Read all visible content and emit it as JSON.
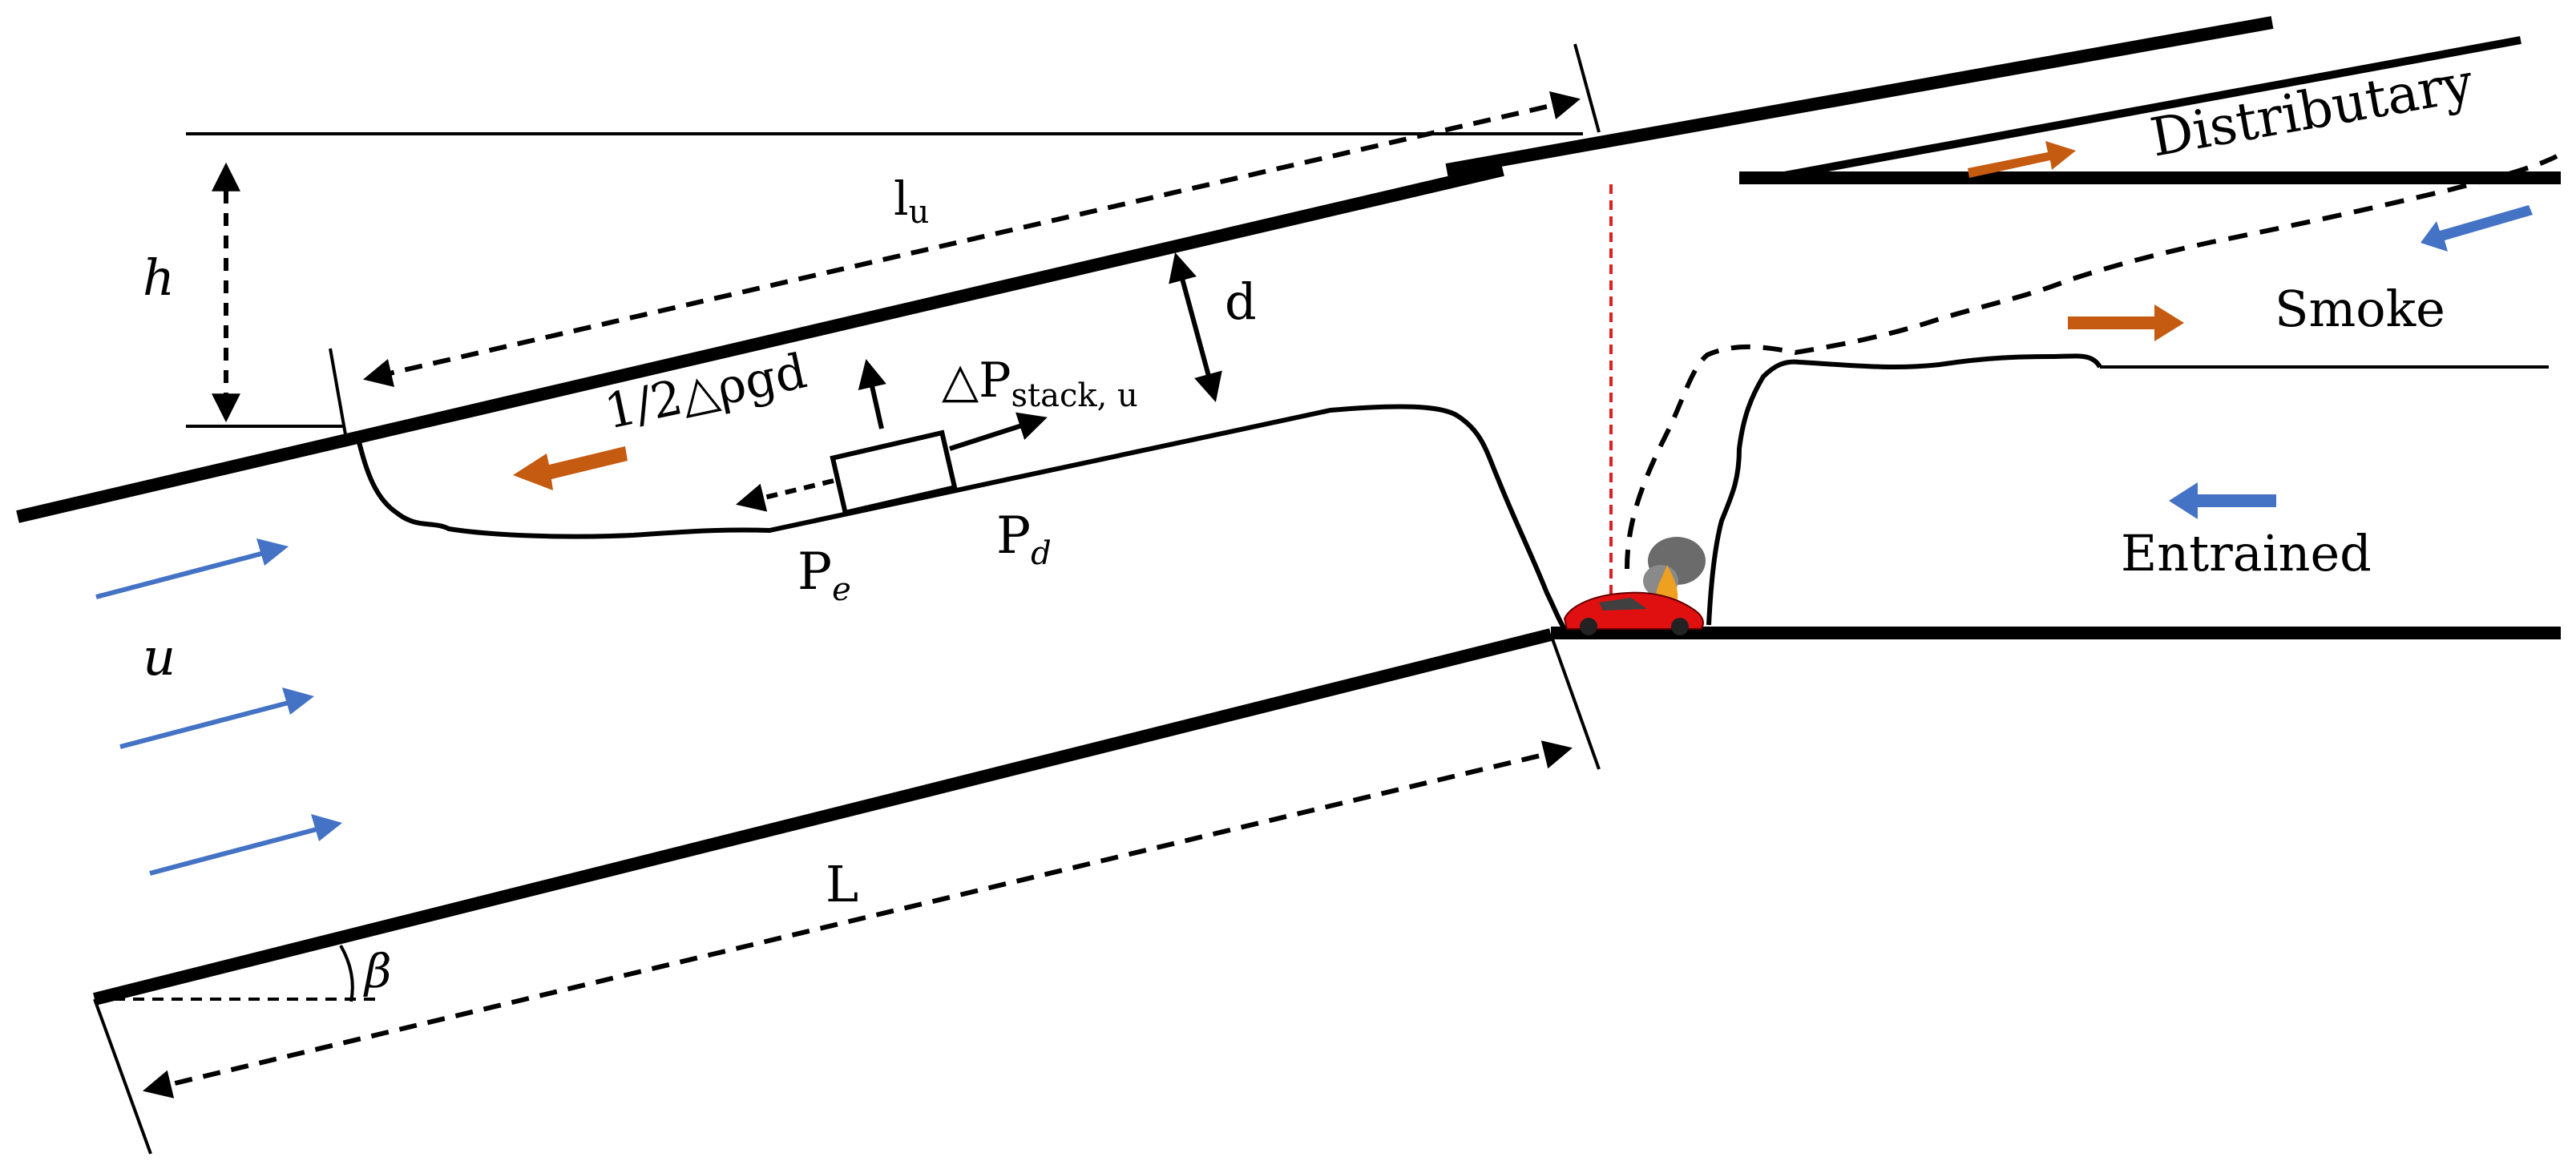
{
  "labels": {
    "h": "h",
    "lu_main": "l",
    "lu_sub": "u",
    "d": "d",
    "half_rho": "1/2△ρgd",
    "stack_main": "△P",
    "stack_sub": "stack, u",
    "pe_main": "P",
    "pe_sub": "e",
    "pd_main": "P",
    "pd_sub": "d",
    "u": "u",
    "L": "L",
    "beta": "β",
    "distributary": "Distributary",
    "smoke": "Smoke",
    "entrained": "Entrained"
  },
  "colors": {
    "airflow": "#4472C4",
    "smoke": "#C55A11",
    "fire_line": "#E02020",
    "car": "#E01010",
    "stroke": "#000000"
  }
}
